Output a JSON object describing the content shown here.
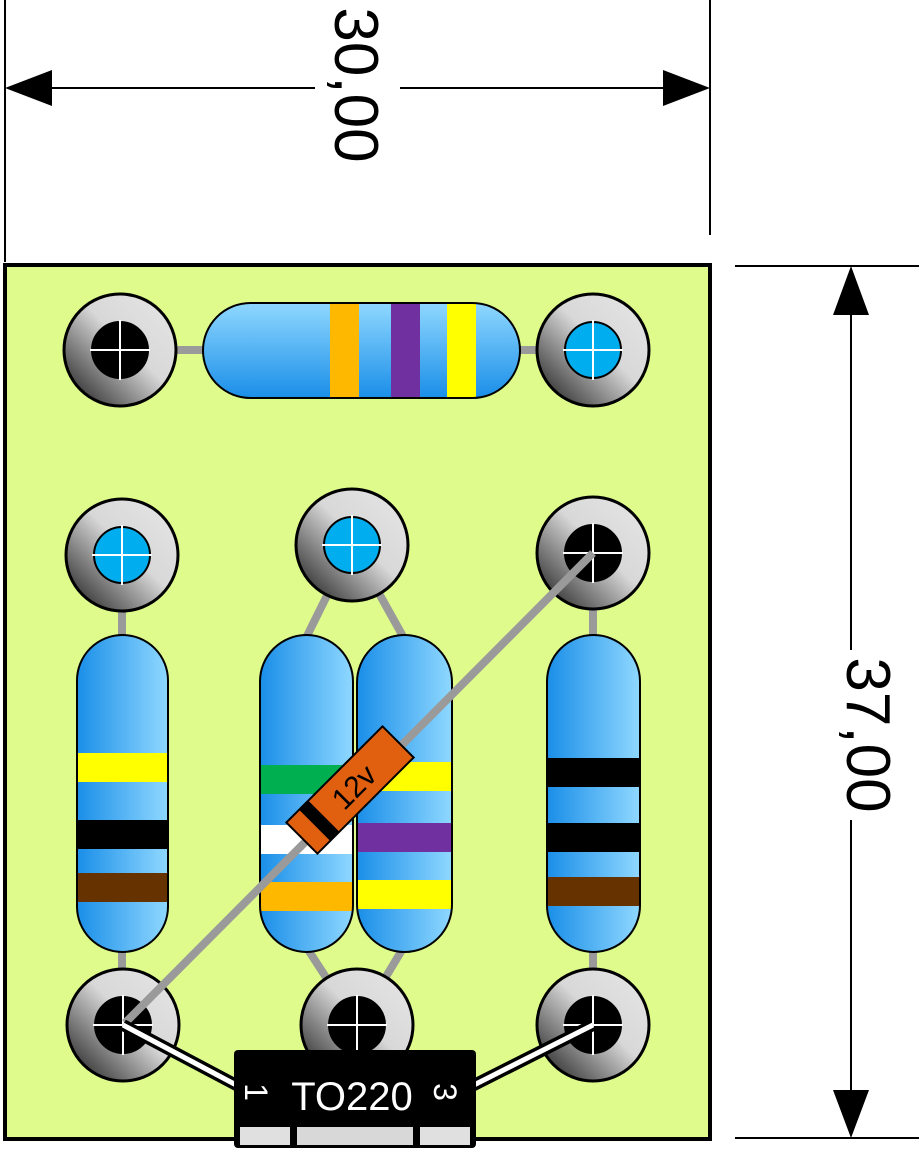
{
  "dimensions": {
    "width_label": "30,00",
    "height_label": "37,00"
  },
  "colors": {
    "board": "#dffb8c",
    "trace": "#9a9a9a",
    "diode": "#e0600f",
    "band_orange": "#ffb800",
    "band_purple": "#7030a0",
    "band_yellow": "#ffff00",
    "band_black": "#000000",
    "band_brown": "#663300",
    "band_green": "#00b050",
    "band_white": "#ffffff"
  },
  "resistors": [
    {
      "id": "r-top",
      "bands": [
        "band_orange",
        "band_purple",
        "band_yellow"
      ]
    },
    {
      "id": "r-left",
      "bands": [
        "band_yellow",
        "band_black",
        "band_brown"
      ]
    },
    {
      "id": "r-mid1",
      "bands": [
        "band_green",
        "band_white",
        "band_orange"
      ]
    },
    {
      "id": "r-mid2",
      "bands": [
        "band_yellow",
        "band_purple",
        "band_yellow"
      ]
    },
    {
      "id": "r-right",
      "bands": [
        "band_black",
        "band_black",
        "band_brown"
      ]
    }
  ],
  "diode": {
    "label": "12v"
  },
  "regulator": {
    "package": "TO220",
    "pin1": "1",
    "pin3": "3"
  }
}
